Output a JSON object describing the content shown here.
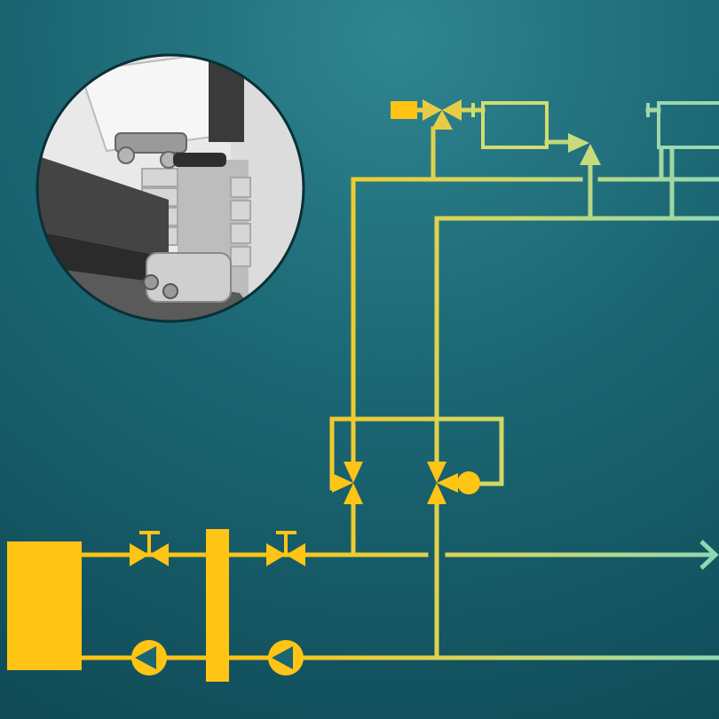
{
  "colors": {
    "background_light": "#2f8590",
    "background_mid": "#1b6673",
    "background_dark": "#0f4a56",
    "pipe_yellow": "#ffc414",
    "pipe_lime": "#cfd86a",
    "pipe_mint": "#90d8b2",
    "component_fill": "#ffc414",
    "inset_border": "#0a2f37"
  },
  "diagram": {
    "components": [
      {
        "id": "heat-source",
        "type": "boiler",
        "icon": "boiler-block-icon"
      },
      {
        "id": "supply-valve-1",
        "type": "shutoff-valve",
        "icon": "gate-valve-icon"
      },
      {
        "id": "supply-valve-2",
        "type": "shutoff-valve",
        "icon": "gate-valve-icon"
      },
      {
        "id": "return-pump-1",
        "type": "circulation-pump",
        "icon": "pump-icon"
      },
      {
        "id": "return-pump-2",
        "type": "circulation-pump",
        "icon": "pump-icon"
      },
      {
        "id": "hydraulic-separator",
        "type": "manifold",
        "icon": "manifold-bar-icon"
      },
      {
        "id": "mixing-valve-left",
        "type": "three-way-valve",
        "icon": "three-way-valve-icon"
      },
      {
        "id": "mixing-valve-right",
        "type": "three-way-valve",
        "icon": "three-way-valve-icon"
      },
      {
        "id": "valve-actuator",
        "type": "actuator",
        "icon": "actuator-dot-icon"
      },
      {
        "id": "thermostatic-valve-top",
        "type": "thermostatic-valve",
        "icon": "three-way-valve-icon"
      },
      {
        "id": "radiator-1",
        "type": "radiator",
        "icon": "radiator-icon"
      },
      {
        "id": "radiator-2",
        "type": "radiator",
        "icon": "radiator-icon"
      },
      {
        "id": "flow-outlet",
        "type": "flow-direction",
        "icon": "arrow-right-icon"
      }
    ],
    "inset": {
      "subject": "radiator-connection-detail",
      "icon": "radiator-valve-photo-icon"
    }
  }
}
